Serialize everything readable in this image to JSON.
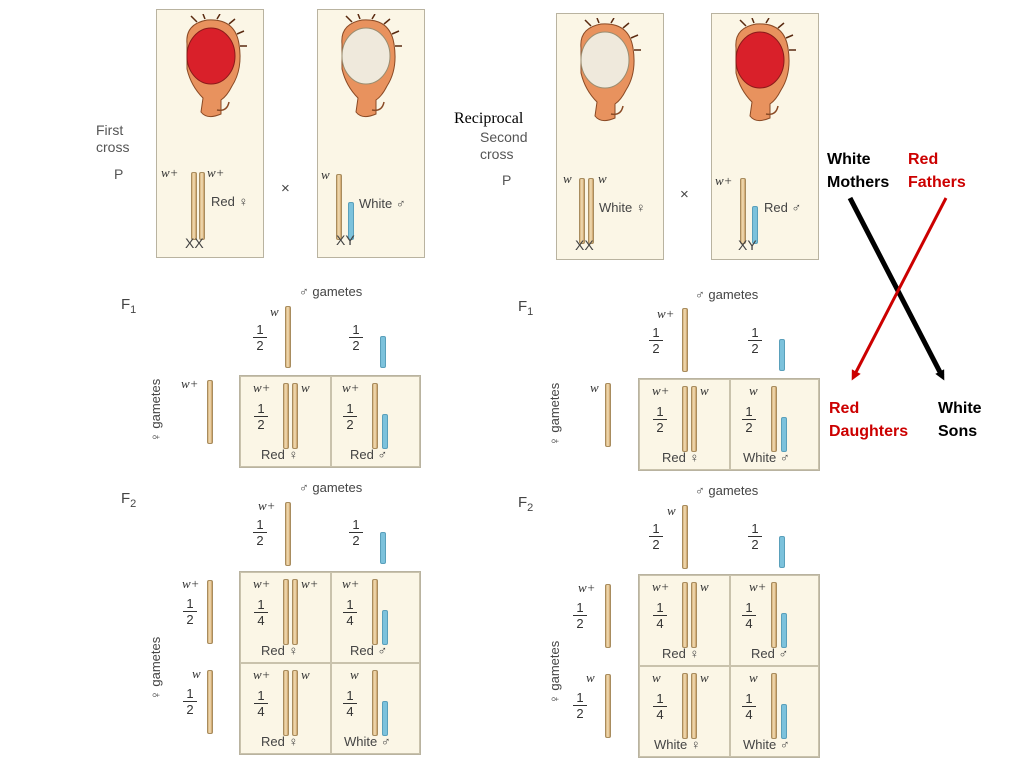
{
  "cross1": {
    "title": "First\ncross",
    "gen": "P",
    "mother": {
      "allele1": "w+",
      "allele2": "w+",
      "label": "Red ♀",
      "geno": "XX"
    },
    "times": "×",
    "father": {
      "allele": "w",
      "label": "White ♂",
      "geno": "XY"
    },
    "f1": {
      "gen_letter": "F",
      "gen_sub": "1",
      "male_header": "♂ gametes",
      "female_header": "♀ gametes",
      "male_gametes": [
        {
          "allele": "w",
          "frac_n": "1",
          "frac_d": "2"
        },
        {
          "allele": "",
          "frac_n": "1",
          "frac_d": "2"
        }
      ],
      "female_gametes": [
        {
          "allele": "w+",
          "frac_n": "",
          "frac_d": ""
        }
      ],
      "cells": [
        {
          "a1": "w+",
          "a2": "w",
          "frac_n": "1",
          "frac_d": "2",
          "label": "Red ♀"
        },
        {
          "a1": "w+",
          "a2": "",
          "frac_n": "1",
          "frac_d": "2",
          "label": "Red ♂"
        }
      ]
    },
    "f2": {
      "gen_letter": "F",
      "gen_sub": "2",
      "male_header": "♂ gametes",
      "female_header": "♀ gametes",
      "male_gametes": [
        {
          "allele": "w+",
          "frac_n": "1",
          "frac_d": "2"
        },
        {
          "allele": "",
          "frac_n": "1",
          "frac_d": "2"
        }
      ],
      "female_gametes": [
        {
          "allele": "w+",
          "frac_n": "1",
          "frac_d": "2"
        },
        {
          "allele": "w",
          "frac_n": "1",
          "frac_d": "2"
        }
      ],
      "cells": [
        {
          "a1": "w+",
          "a2": "w+",
          "frac_n": "1",
          "frac_d": "4",
          "label": "Red ♀"
        },
        {
          "a1": "w+",
          "a2": "",
          "frac_n": "1",
          "frac_d": "4",
          "label": "Red ♂"
        },
        {
          "a1": "w+",
          "a2": "w",
          "frac_n": "1",
          "frac_d": "4",
          "label": "Red ♀"
        },
        {
          "a1": "w",
          "a2": "",
          "frac_n": "1",
          "frac_d": "4",
          "label": "White ♂"
        }
      ]
    }
  },
  "cross2": {
    "overlay": "Reciprocal",
    "title": "Second\ncross",
    "gen": "P",
    "mother": {
      "allele1": "w",
      "allele2": "w",
      "label": "White ♀",
      "geno": "XX"
    },
    "times": "×",
    "father": {
      "allele": "w+",
      "label": "Red ♂",
      "geno": "XY"
    },
    "f1": {
      "gen_letter": "F",
      "gen_sub": "1",
      "male_header": "♂ gametes",
      "female_header": "♀ gametes",
      "male_gametes": [
        {
          "allele": "w+",
          "frac_n": "1",
          "frac_d": "2"
        },
        {
          "allele": "",
          "frac_n": "1",
          "frac_d": "2"
        }
      ],
      "female_gametes": [
        {
          "allele": "w",
          "frac_n": "",
          "frac_d": ""
        }
      ],
      "cells": [
        {
          "a1": "w+",
          "a2": "w",
          "frac_n": "1",
          "frac_d": "2",
          "label": "Red ♀"
        },
        {
          "a1": "w",
          "a2": "",
          "frac_n": "1",
          "frac_d": "2",
          "label": "White ♂"
        }
      ]
    },
    "f2": {
      "gen_letter": "F",
      "gen_sub": "2",
      "male_header": "♂ gametes",
      "female_header": "♀ gametes",
      "male_gametes": [
        {
          "allele": "w",
          "frac_n": "1",
          "frac_d": "2"
        },
        {
          "allele": "",
          "frac_n": "1",
          "frac_d": "2"
        }
      ],
      "female_gametes": [
        {
          "allele": "w+",
          "frac_n": "1",
          "frac_d": "2"
        },
        {
          "allele": "w",
          "frac_n": "1",
          "frac_d": "2"
        }
      ],
      "cells": [
        {
          "a1": "w+",
          "a2": "w",
          "frac_n": "1",
          "frac_d": "4",
          "label": "Red ♀"
        },
        {
          "a1": "w+",
          "a2": "",
          "frac_n": "1",
          "frac_d": "4",
          "label": "Red ♂"
        },
        {
          "a1": "w",
          "a2": "w",
          "frac_n": "1",
          "frac_d": "4",
          "label": "White ♀"
        },
        {
          "a1": "w",
          "a2": "",
          "frac_n": "1",
          "frac_d": "4",
          "label": "White ♂"
        }
      ]
    }
  },
  "annotation": {
    "white_mothers": "White\nMothers",
    "red_fathers": "Red\nFathers",
    "red_daughters": "Red\nDaughters",
    "white_sons": "White\nSons",
    "black": "#000000",
    "red": "#cc0000"
  },
  "colors": {
    "eye_red": "#d9202a",
    "eye_white": "#efe9dc",
    "body": "#e8925e",
    "x_chrom": "#e3c48f",
    "y_chrom": "#7cc2dc"
  }
}
